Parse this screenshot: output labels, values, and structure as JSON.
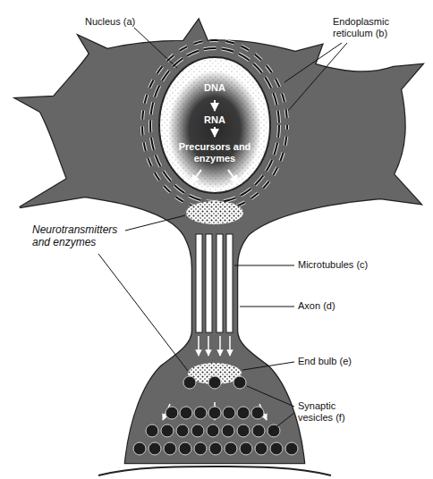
{
  "diagram": {
    "labels": [
      "Nucleus (a)",
      "Endoplasmic reticulum (b)",
      "DNA",
      "RNA",
      "Precursors and enzymes",
      "Microtubules (c)",
      "Neurotransmitters and enzymes",
      "Axon (d)",
      "End bulb (e)",
      "Synaptic vesicles (f)"
    ]
  }
}
